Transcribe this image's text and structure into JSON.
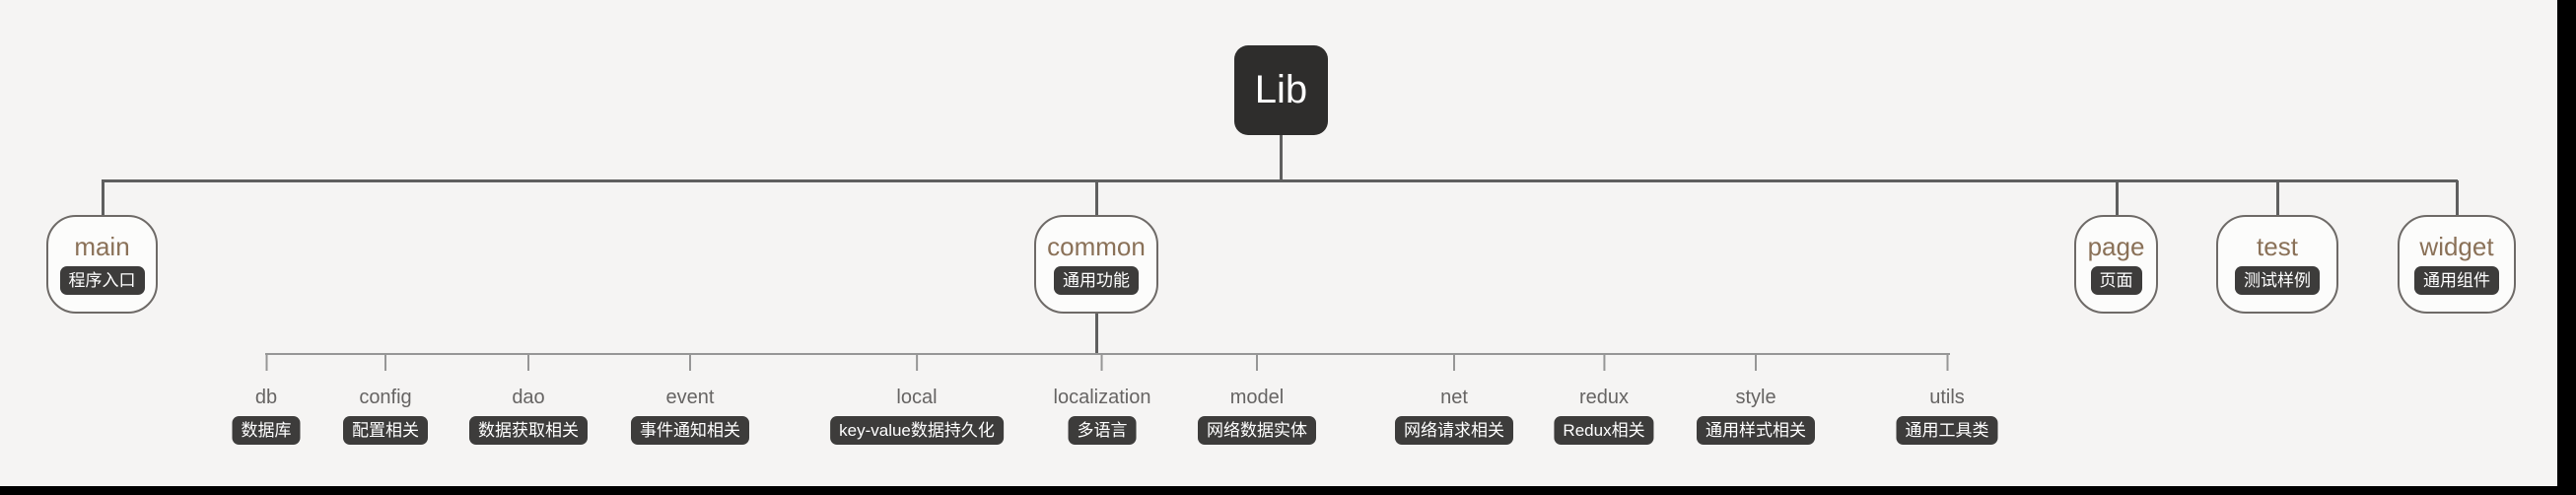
{
  "diagram": {
    "root": {
      "label": "Lib"
    },
    "children": [
      {
        "label": "main",
        "badge": "程序入口"
      },
      {
        "label": "common",
        "badge": "通用功能"
      },
      {
        "label": "page",
        "badge": "页面"
      },
      {
        "label": "test",
        "badge": "测试样例"
      },
      {
        "label": "widget",
        "badge": "通用组件"
      }
    ],
    "common_children": [
      {
        "label": "db",
        "badge": "数据库"
      },
      {
        "label": "config",
        "badge": "配置相关"
      },
      {
        "label": "dao",
        "badge": "数据获取相关"
      },
      {
        "label": "event",
        "badge": "事件通知相关"
      },
      {
        "label": "local",
        "badge": "key-value数据持久化"
      },
      {
        "label": "localization",
        "badge": "多语言"
      },
      {
        "label": "model",
        "badge": "网络数据实体"
      },
      {
        "label": "net",
        "badge": "网络请求相关"
      },
      {
        "label": "redux",
        "badge": "Redux相关"
      },
      {
        "label": "style",
        "badge": "通用样式相关"
      },
      {
        "label": "utils",
        "badge": "通用工具类"
      }
    ],
    "colors": {
      "background": "#f5f4f3",
      "root_bg": "#2e2d2c",
      "root_text": "#ffffff",
      "node_bg": "#fcfcfb",
      "node_border": "#6e6a67",
      "node_title": "#8a7158",
      "badge_bg": "#3d3c3b",
      "badge_text": "#ffffff",
      "child_title": "#666463",
      "connector_primary": "#5f5f5f",
      "connector_secondary": "#969696"
    }
  }
}
